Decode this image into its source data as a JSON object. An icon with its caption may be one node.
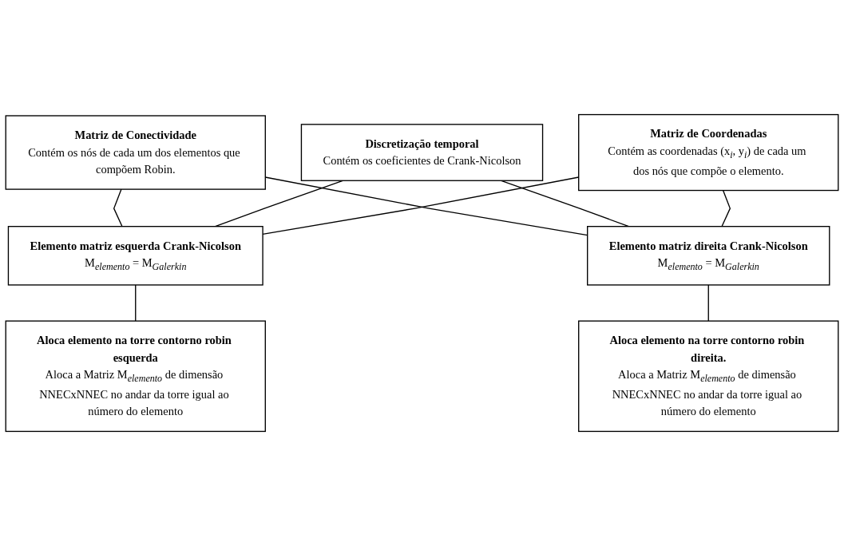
{
  "diagram": {
    "nodes": [
      {
        "text": [
          "Matriz de Conectividade",
          "Contém os nós de cada um dos elementos que compõem Robin."
        ]
      },
      {
        "text": [
          "Discretização temporal",
          "Contém os coeficientes de Crank-Nicolson"
        ]
      },
      {
        "text": [
          "Matriz de Coordenadas",
          "Contém as coordenadas (x$_{i}$, y$_{i}$) de cada um dos nós que compõe o elemento."
        ]
      },
      {
        "text": [
          "Elemento matriz esquerda Crank-Nicolson",
          "M$_{elemento}$ = M$_{Galerkin}$"
        ]
      },
      {
        "text": [
          "Elemento matriz direita Crank-Nicolson",
          "M$_{elemento}$ = M$_{Galerkin}$"
        ]
      },
      {
        "text": [
          "Aloca elemento na torre contorno robin esquerda",
          "Aloca a Matriz M$_{elemento}$ de dimensão NNECxNNEC no andar da torre igual ao número do elemento"
        ]
      },
      {
        "text": [
          "Aloca elemento na torre contorno robin direita.",
          "Aloca a Matriz M$_{elemento}$ de dimensão NNECxNNEC no andar da torre igual ao número do elemento"
        ]
      }
    ],
    "edges": [
      {
        "from": 0,
        "to": 3,
        "arrow": "none"
      },
      {
        "from": 0,
        "to": 4,
        "arrow": "none"
      },
      {
        "from": 1,
        "to": 3,
        "arrow": "none"
      },
      {
        "from": 1,
        "to": 4,
        "arrow": "none"
      },
      {
        "from": 2,
        "to": 3,
        "arrow": "none"
      },
      {
        "from": 2,
        "to": 4,
        "arrow": "none"
      },
      {
        "from": 3,
        "to": 5,
        "arrow": "none"
      },
      {
        "from": 4,
        "to": 6,
        "arrow": "none"
      }
    ]
  }
}
